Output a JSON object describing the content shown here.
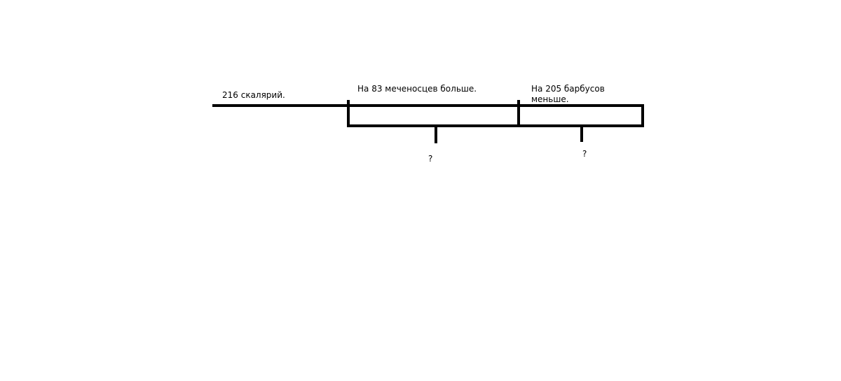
{
  "labels": {
    "scalar": "216 скалярий.",
    "swordtail": "На 83 меченосцев больше.",
    "barbs_line1": "На 205 барбусов",
    "barbs_line2": "меньше.",
    "question1": "?",
    "question2": "?"
  },
  "colors": {
    "stroke": "#000000",
    "background": "#ffffff"
  }
}
